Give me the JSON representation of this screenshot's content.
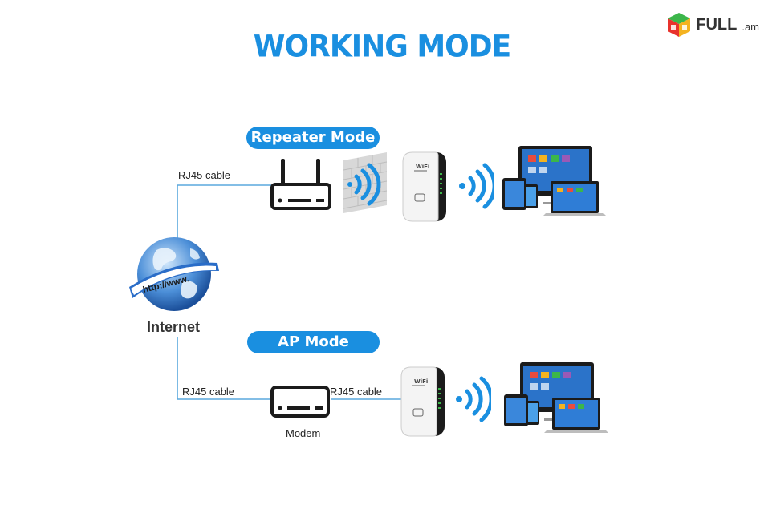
{
  "title": "WORKING MODE",
  "logo": {
    "text": "FULL",
    "sub": ".am"
  },
  "internet_label": "Internet",
  "globe_text": "http://www.",
  "repeater": {
    "mode_label": "Repeater Mode",
    "cable_label": "RJ45 cable"
  },
  "ap": {
    "mode_label": "AP Mode",
    "cable_in_label": "RJ45 cable",
    "cable_out_label": "RJ45 cable",
    "modem_label": "Modem"
  },
  "device_brand": "WiFi",
  "colors": {
    "accent": "#1a8fe0",
    "line": "#5aa8dd",
    "dark": "#1b1b1b"
  }
}
